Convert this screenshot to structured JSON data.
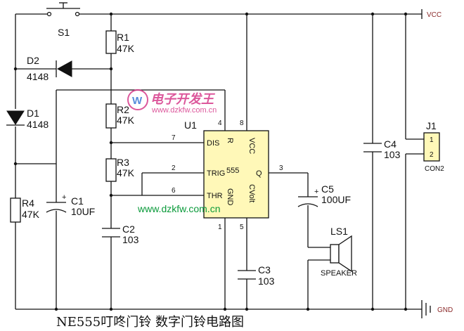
{
  "title": "NE555叮咚门铃  数字门铃电路图",
  "rails": {
    "vcc": "VCC",
    "gnd": "GND"
  },
  "ic": {
    "ref": "U1",
    "name": "555",
    "pins": {
      "dis": "DIS",
      "r": "R",
      "vcc": "VCC",
      "trig": "TRIG",
      "q": "Q",
      "thr": "THR",
      "gnd": "GND",
      "cvolt": "CVolt"
    },
    "pin_numbers": {
      "p7": "7",
      "p4": "4",
      "p8": "8",
      "p2": "2",
      "p3": "3",
      "p6": "6",
      "p1": "1",
      "p5": "5"
    }
  },
  "components": {
    "s1": "S1",
    "r1": "R1",
    "r1_val": "47K",
    "d2": "D2",
    "d2_val": "4148",
    "d1": "D1",
    "d1_val": "4148",
    "r2": "R2",
    "r2_val": "47K",
    "r3": "R3",
    "r3_val": "47K",
    "r4": "R4",
    "r4_val": "47K",
    "c1": "C1",
    "c1_val": "10UF",
    "c1_pol": "+",
    "c2": "C2",
    "c2_val": "103",
    "c3": "C3",
    "c3_val": "103",
    "c4": "C4",
    "c4_val": "103",
    "c5": "C5",
    "c5_val": "100UF",
    "c5_pol": "+",
    "ls1": "LS1",
    "speaker": "SPEAKER",
    "j1": "J1",
    "j1_pin1": "1",
    "j1_pin2": "2",
    "j1_type": "CON2"
  },
  "watermark": {
    "logo_text": "电子开发王",
    "logo_url": "www.dzkfw.com.cn",
    "url": "www.dzkfw.com.cn"
  },
  "colors": {
    "ic_fill": "#fff8b8",
    "watermark_green": "#0a9a3a",
    "logo_pink": "#d63a8a",
    "rail_label": "#8b2a2a"
  }
}
